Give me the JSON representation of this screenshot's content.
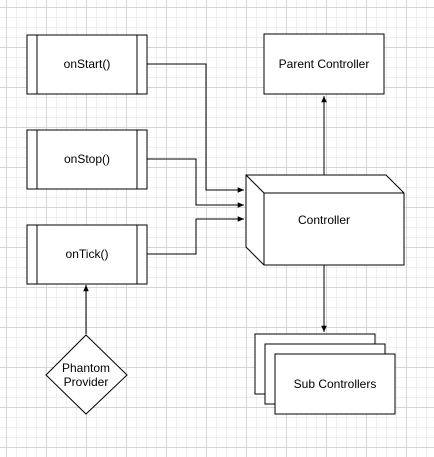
{
  "nodes": {
    "on_start": "onStart()",
    "on_stop": "onStop()",
    "on_tick": "onTick()",
    "parent_controller": "Parent Controller",
    "controller": "Controller",
    "sub_controllers": "Sub Controllers",
    "phantom_provider": [
      "Phantom",
      "Provider"
    ]
  },
  "colors": {
    "stroke": "#000000",
    "fill": "#ffffff"
  }
}
